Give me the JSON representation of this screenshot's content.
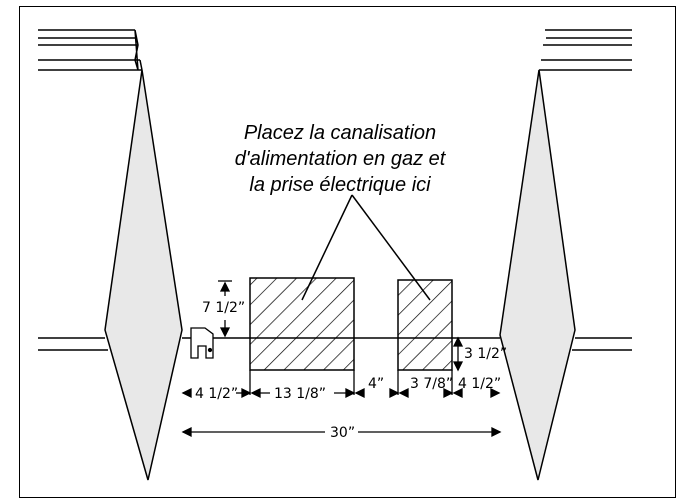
{
  "callout": {
    "lines": [
      "Placez la canalisation",
      "d'alimentation en gaz et",
      "la prise électrique ici"
    ]
  },
  "dimensions": {
    "top_height": "7 1/2”",
    "right_height": "3 1/2”",
    "left_offset": "4 1/2”",
    "gas_width": "13 1/8”",
    "gap": "4”",
    "outlet_width": "3 7/8”",
    "right_offset": "4 1/2”",
    "total_width": "30”"
  },
  "colors": {
    "line": "#000000",
    "cabinet_side": "#e8e8e8",
    "background": "#ffffff"
  }
}
